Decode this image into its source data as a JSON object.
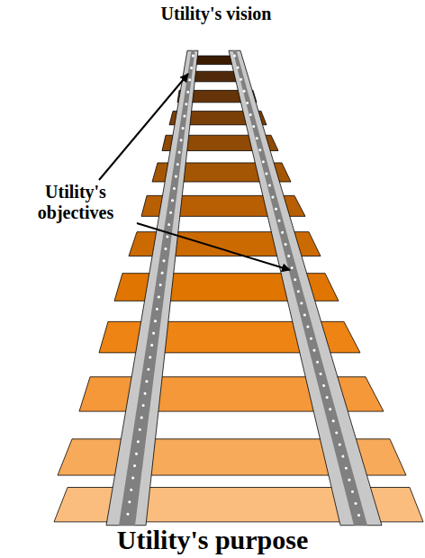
{
  "diagram": {
    "labels": [
      "Utility's vision",
      "Utility's objectives",
      "Utility's purpose"
    ]
  }
}
